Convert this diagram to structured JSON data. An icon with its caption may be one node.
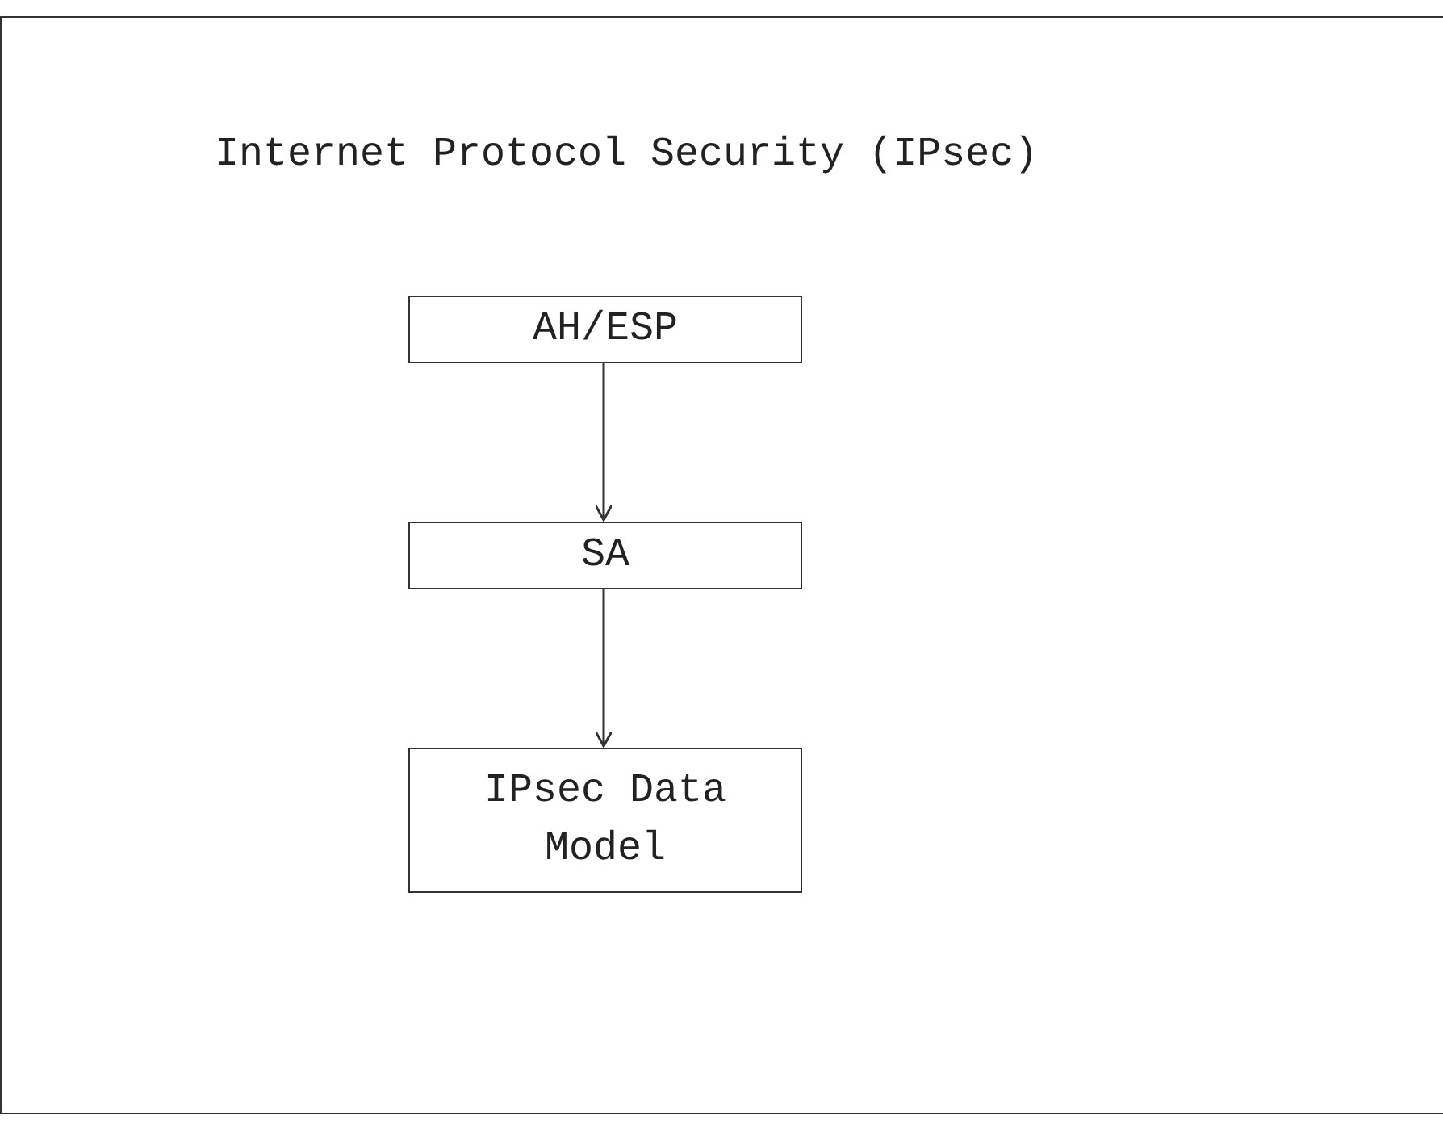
{
  "diagram": {
    "nodes": [
      {
        "text": [
          "Internet Protocol Security (IPsec)"
        ]
      },
      {
        "text": [
          "AH/ESP"
        ],
        "in": 0
      },
      {
        "text": [
          "SA"
        ],
        "in": 0
      },
      {
        "text": [
          "IPsec Data Model"
        ],
        "in": 0
      }
    ],
    "edges": [
      {
        "from": 1,
        "to": 2,
        "arrow": "to"
      },
      {
        "from": 2,
        "to": 3,
        "arrow": "to"
      }
    ]
  }
}
